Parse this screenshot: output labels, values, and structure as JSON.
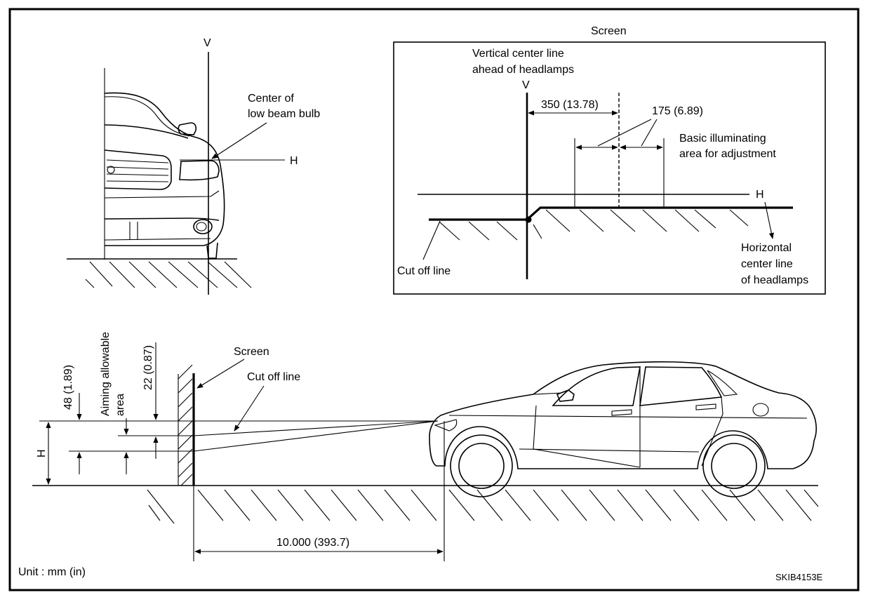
{
  "top_left": {
    "v_label": "V",
    "h_label": "H",
    "bulb_label_line1": "Center of",
    "bulb_label_line2": "low beam bulb"
  },
  "screen_panel": {
    "title": "Screen",
    "vcl_line1": "Vertical center line",
    "vcl_line2": "ahead of headlamps",
    "v_label": "V",
    "dim_350": "350 (13.78)",
    "dim_175": "175 (6.89)",
    "basic_line1": "Basic illuminating",
    "basic_line2": "area for adjustment",
    "h_label": "H",
    "hcl_line1": "Horizontal",
    "hcl_line2": "center line",
    "hcl_line3": "of headlamps",
    "cutoff_label": "Cut off line"
  },
  "side_view": {
    "screen_label": "Screen",
    "cutoff_label": "Cut off line",
    "dim_48": "48 (1.89)",
    "aiming_line1": "Aiming allowable",
    "aiming_line2": "area",
    "dim_22": "22 (0.87)",
    "h_label": "H",
    "distance": "10.000 (393.7)"
  },
  "footer": {
    "unit": "Unit : mm (in)",
    "code": "SKIB4153E"
  }
}
